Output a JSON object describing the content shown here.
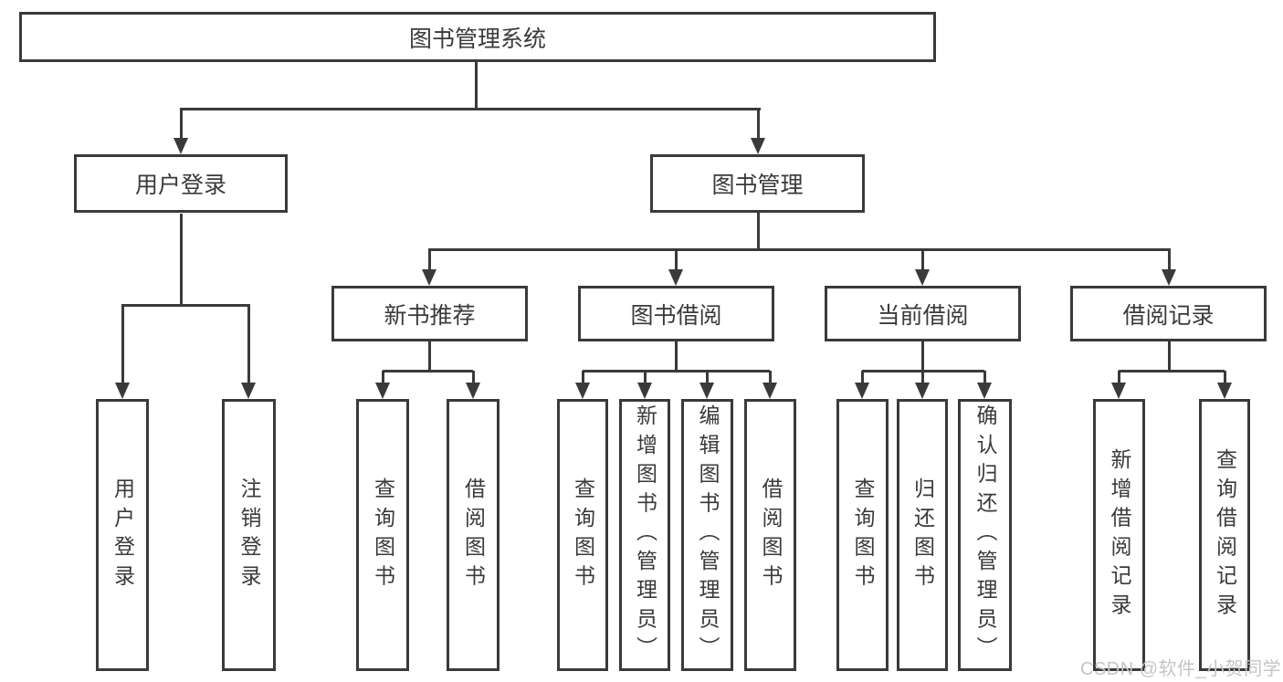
{
  "diagram": {
    "root": {
      "label": "图书管理系统",
      "children": [
        {
          "label": "用户登录",
          "children": [
            {
              "label": "用户登录"
            },
            {
              "label": "注销登录"
            }
          ]
        },
        {
          "label": "图书管理",
          "children": [
            {
              "label": "新书推荐",
              "children": [
                {
                  "label": "查询图书"
                },
                {
                  "label": "借阅图书"
                }
              ]
            },
            {
              "label": "图书借阅",
              "children": [
                {
                  "label": "查询图书"
                },
                {
                  "label": "新增图书（管理员）"
                },
                {
                  "label": "编辑图书（管理员）"
                },
                {
                  "label": "借阅图书"
                }
              ]
            },
            {
              "label": "当前借阅",
              "children": [
                {
                  "label": "查询图书"
                },
                {
                  "label": "归还图书"
                },
                {
                  "label": "确认归还（管理员）"
                }
              ]
            },
            {
              "label": "借阅记录",
              "children": [
                {
                  "label": "新增借阅记录"
                },
                {
                  "label": "查询借阅记录"
                }
              ]
            }
          ]
        }
      ]
    }
  },
  "watermark": {
    "text": "CSDN @软件_小贺同学"
  },
  "colors": {
    "line": "#3a3a3a",
    "text": "#3a3a3a",
    "background": "#ffffff",
    "watermark": "#c5c5c5"
  }
}
